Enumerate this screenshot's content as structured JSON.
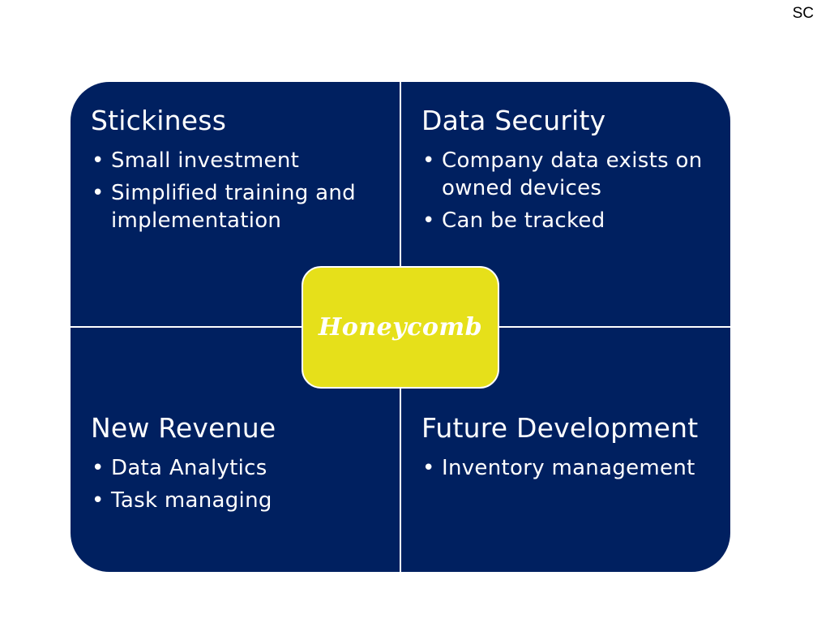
{
  "corner_label": "SC",
  "colors": {
    "quadrant_fill": "#002060",
    "center_fill": "#e6e01a",
    "divider": "#ffffff",
    "text": "#ffffff"
  },
  "quadrants": {
    "top_left": {
      "title": "Stickiness",
      "bullets": [
        "Small investment",
        "Simplified training and implementation"
      ]
    },
    "top_right": {
      "title": "Data Security",
      "bullets": [
        "Company data exists on owned devices",
        "Can be tracked"
      ]
    },
    "bottom_left": {
      "title": "New Revenue",
      "bullets": [
        "Data Analytics",
        "Task managing"
      ]
    },
    "bottom_right": {
      "title": "Future Development",
      "bullets": [
        "Inventory management"
      ]
    }
  },
  "center": {
    "label": "Honeycomb"
  },
  "bullet_glyph": "•"
}
